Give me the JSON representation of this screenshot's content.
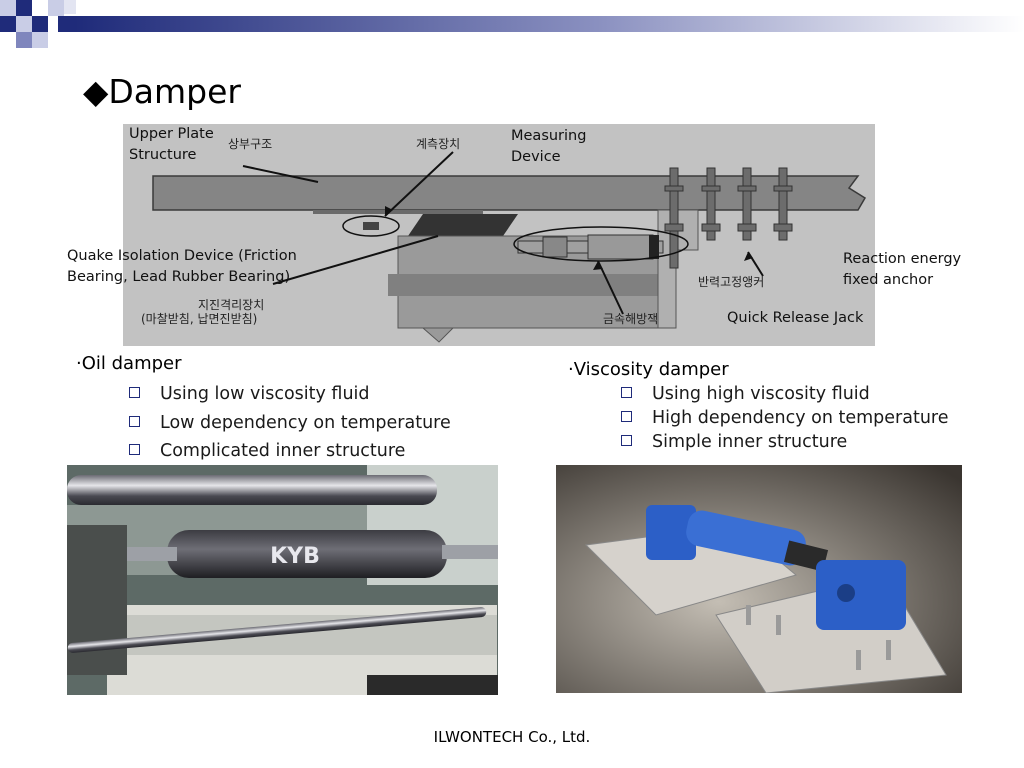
{
  "slide": {
    "title": "Damper",
    "title_marker": "◆",
    "footer": "ILWONTECH  Co., Ltd.",
    "brand_color": "#1f2b7a"
  },
  "diagram": {
    "labels_en": {
      "upper_plate_line1": "Upper Plate",
      "upper_plate_line2": "Structure",
      "measuring_line1": "Measuring",
      "measuring_line2": "Device",
      "quake_line1": "Quake Isolation Device (Friction",
      "quake_line2": "Bearing, Lead Rubber Bearing)",
      "reaction_line1": "Reaction energy",
      "reaction_line2": "fixed anchor",
      "quick_release": "Quick Release Jack"
    },
    "labels_ko": {
      "upper_structure": "상부구조",
      "measuring_device": "계측장치",
      "isolation_line1": "지진격리장치",
      "isolation_line2": "(마찰받침, 납면진받침)",
      "reaction_anchor": "반력고정앵커",
      "metal_yield": "금속해방잭"
    }
  },
  "oil_damper": {
    "heading": "·Oil damper",
    "items": [
      "Using low viscosity fluid",
      "Low dependency on temperature",
      "Complicated inner structure"
    ],
    "photo_text": "KYB"
  },
  "viscosity_damper": {
    "heading": "·Viscosity damper",
    "items": [
      "Using high viscosity fluid",
      "High dependency on temperature",
      "Simple inner structure"
    ]
  }
}
